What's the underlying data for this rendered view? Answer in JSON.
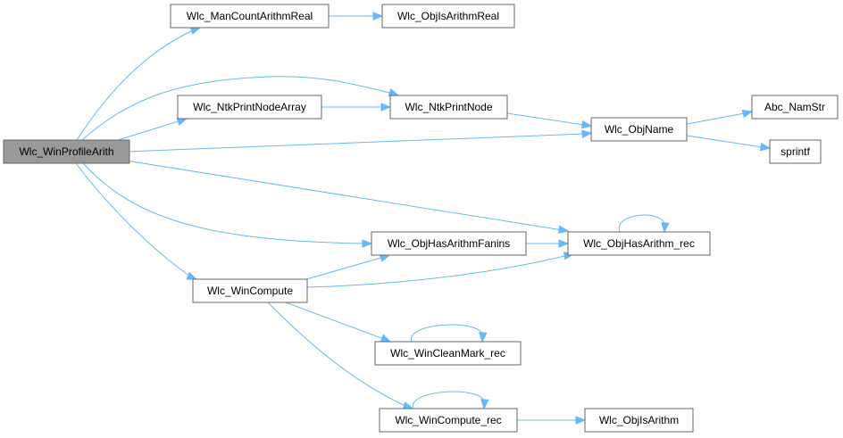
{
  "graph": {
    "title": "Call graph of Wlc_WinProfileArith",
    "edge_color": "#63b8ff",
    "root_fill": "#999999",
    "nodes": [
      {
        "id": "root",
        "label": "Wlc_WinProfileArith",
        "root": true
      },
      {
        "id": "mancount",
        "label": "Wlc_ManCountArithmReal"
      },
      {
        "id": "isarithreal",
        "label": "Wlc_ObjIsArithmReal"
      },
      {
        "id": "printarr",
        "label": "Wlc_NtkPrintNodeArray"
      },
      {
        "id": "printnode",
        "label": "Wlc_NtkPrintNode"
      },
      {
        "id": "objname",
        "label": "Wlc_ObjName"
      },
      {
        "id": "namstr",
        "label": "Abc_NamStr"
      },
      {
        "id": "sprintf",
        "label": "sprintf"
      },
      {
        "id": "hasfanins",
        "label": "Wlc_ObjHasArithmFanins"
      },
      {
        "id": "hasrec",
        "label": "Wlc_ObjHasArithm_rec"
      },
      {
        "id": "wincompute",
        "label": "Wlc_WinCompute"
      },
      {
        "id": "cleanmark",
        "label": "Wlc_WinCleanMark_rec"
      },
      {
        "id": "computerec",
        "label": "Wlc_WinCompute_rec"
      },
      {
        "id": "isarith",
        "label": "Wlc_ObjIsArithm"
      }
    ],
    "edges": [
      {
        "from": "root",
        "to": "mancount"
      },
      {
        "from": "mancount",
        "to": "isarithreal"
      },
      {
        "from": "root",
        "to": "printnode"
      },
      {
        "from": "root",
        "to": "printarr"
      },
      {
        "from": "printarr",
        "to": "printnode"
      },
      {
        "from": "printnode",
        "to": "objname"
      },
      {
        "from": "root",
        "to": "objname"
      },
      {
        "from": "objname",
        "to": "namstr"
      },
      {
        "from": "objname",
        "to": "sprintf"
      },
      {
        "from": "root",
        "to": "hasrec"
      },
      {
        "from": "hasrec",
        "to": "hasrec"
      },
      {
        "from": "root",
        "to": "hasfanins"
      },
      {
        "from": "hasfanins",
        "to": "hasrec"
      },
      {
        "from": "root",
        "to": "wincompute"
      },
      {
        "from": "wincompute",
        "to": "hasfanins"
      },
      {
        "from": "wincompute",
        "to": "hasrec"
      },
      {
        "from": "wincompute",
        "to": "cleanmark"
      },
      {
        "from": "cleanmark",
        "to": "cleanmark"
      },
      {
        "from": "wincompute",
        "to": "computerec"
      },
      {
        "from": "computerec",
        "to": "computerec"
      },
      {
        "from": "computerec",
        "to": "isarith"
      }
    ]
  }
}
